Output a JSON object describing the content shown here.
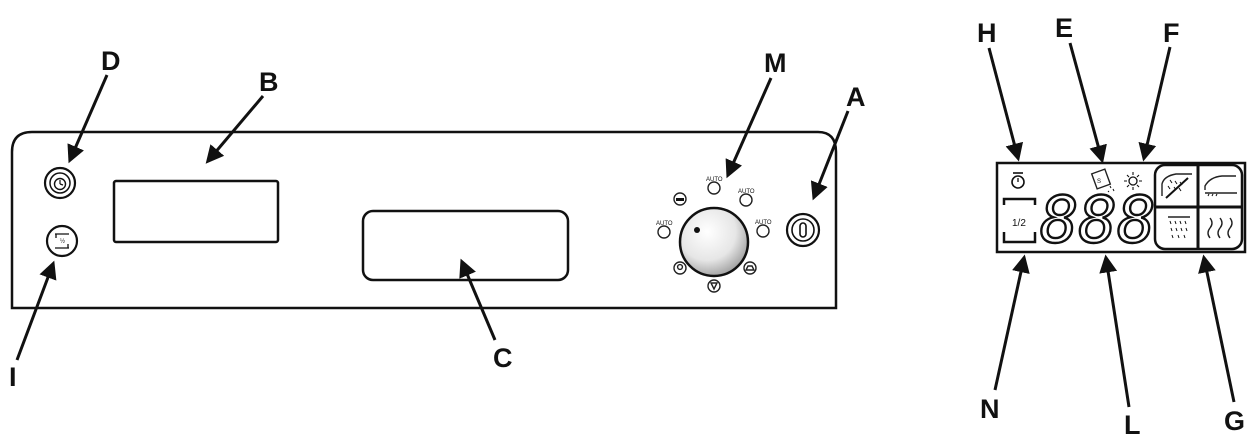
{
  "callouts": {
    "A": "A",
    "B": "B",
    "C": "C",
    "D": "D",
    "E": "E",
    "F": "F",
    "G": "G",
    "H": "H",
    "I": "I",
    "L": "L",
    "M": "M",
    "N": "N"
  },
  "dial": {
    "auto_label": "AUTO",
    "programs": [
      "AUTO",
      "AUTO",
      "AUTO",
      "AUTO"
    ]
  },
  "display": {
    "digits": "888",
    "half_fraction": "1/2"
  },
  "icons": {
    "delay_button": "clock-icon",
    "half_load_button": "half-load-icon",
    "power_button": "power-icon",
    "salt_indicator": "salt-icon",
    "rinse_aid_indicator": "rinse-aid-icon"
  }
}
